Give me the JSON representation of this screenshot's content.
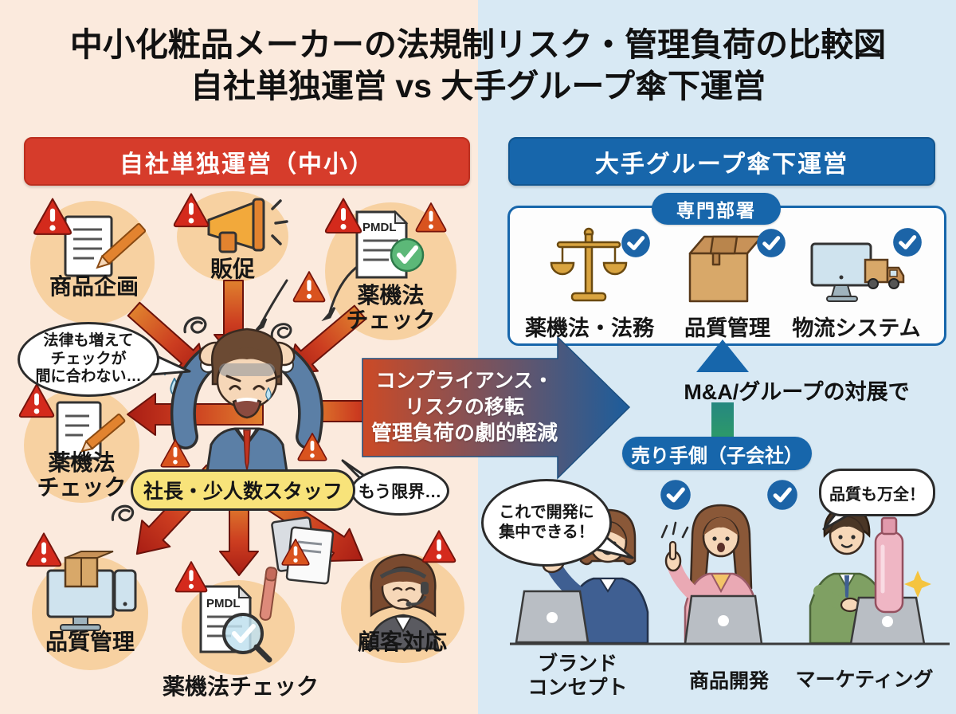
{
  "title": {
    "line1": "中小化粧品メーカーの法規制リスク・管理負荷の比較図",
    "line2": "自社単独運営 vs 大手グループ傘下運営"
  },
  "left_panel": {
    "header": "自社単独運営（中小）",
    "nodes": {
      "product_planning": {
        "label": "商品企画",
        "icon": "document-pencil-icon"
      },
      "promotion": {
        "label": "販促",
        "icon": "megaphone-icon"
      },
      "yakukiho_top": {
        "line1": "薬機法",
        "line2": "チェック",
        "doc_text": "PMDL",
        "icon": "pmdl-document-check-icon"
      },
      "yakukiho_left": {
        "line1": "薬機法",
        "line2": "チェック",
        "icon": "document-pen-icon"
      },
      "quality": {
        "label": "品質管理",
        "icon": "monitor-box-phone-icon"
      },
      "yakukiho_bottom": {
        "label": "薬機法チェック",
        "doc_text": "PMDL",
        "icon": "pmdl-document-magnifier-icon"
      },
      "customer": {
        "label": "顧客対応",
        "icon": "support-woman-icon"
      }
    },
    "speech_bubbles": {
      "overload": {
        "line1": "法律も増えて",
        "line2": "チェックが",
        "line3": "間に合わない…"
      },
      "limit": "もう限界…"
    },
    "staff_pill": "社長・少人数スタッフ"
  },
  "center": {
    "transfer_arrow": {
      "line1": "コンプライアンス・",
      "line2": "リスクの移転",
      "line3": "管理負荷の劇的軽減"
    }
  },
  "right_panel": {
    "header": "大手グループ傘下運営",
    "dept_badge": "専門部署",
    "departments": [
      {
        "label": "薬機法・法務",
        "icon": "scales-icon"
      },
      {
        "label": "品質管理",
        "icon": "box-icon"
      },
      {
        "label": "物流システム",
        "icon": "monitor-truck-icon"
      }
    ],
    "ma_caption": "M&A/グループの対展で",
    "seller_badge": "売り手側（子会社）",
    "speech_bubbles": {
      "focus": {
        "line1": "これで開発に",
        "line2": "集中できる！"
      },
      "quality": "品質も万全！"
    },
    "roles": [
      {
        "line1": "ブランド",
        "line2": "コンセプト"
      },
      {
        "line1": "商品開発",
        "line2": ""
      },
      {
        "line1": "マーケティング",
        "line2": ""
      }
    ]
  },
  "colors": {
    "left_bg": "#fbeadd",
    "right_bg": "#d8e9f4",
    "left_accent": "#d63c2b",
    "right_accent": "#1766ab",
    "warning_red": "#d42a1c",
    "warning_orange": "#d9531e",
    "circle_bg": "#f7d1a1",
    "staff_pill_bg": "#f8e37a",
    "check_blue": "#1c64a7",
    "arrow_green": "#2f9e63"
  }
}
